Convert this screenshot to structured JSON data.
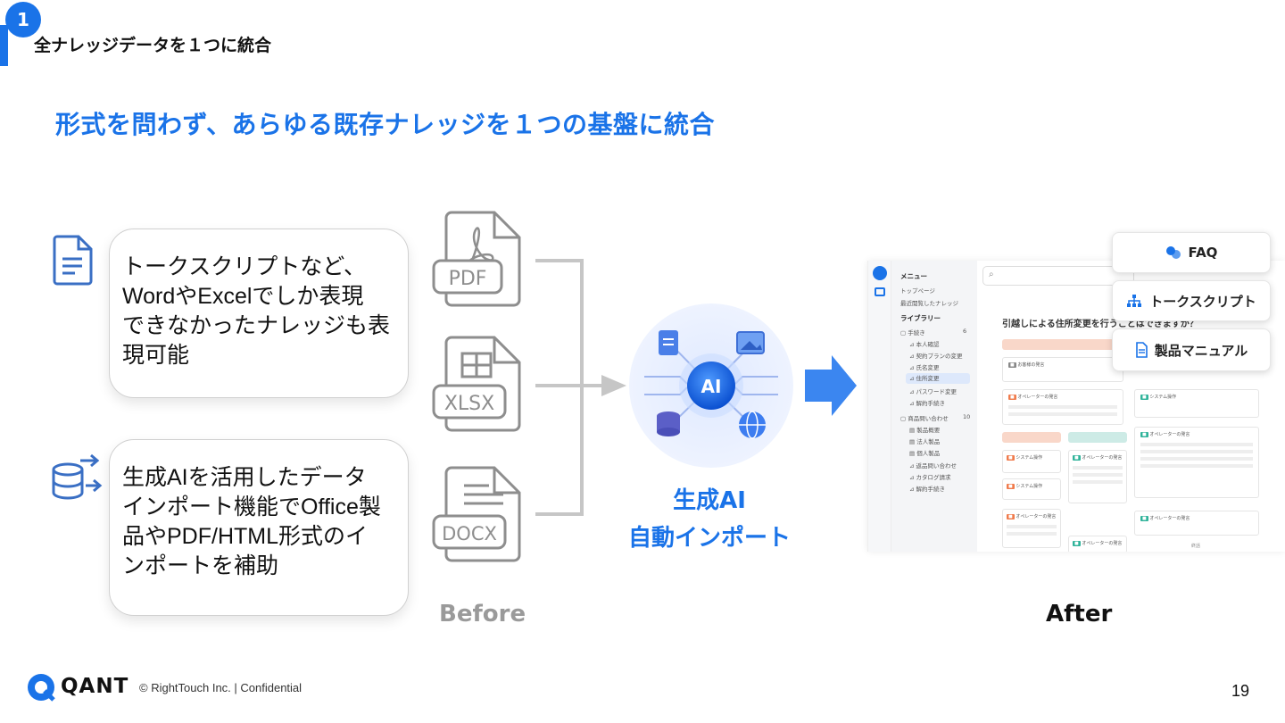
{
  "section": {
    "number": "1",
    "title": "全ナレッジデータを１つに統合"
  },
  "headline": "形式を問わず、あらゆる既存ナレッジを１つの基盤に統合",
  "cards": [
    {
      "icon": "document-icon",
      "lines": [
        "トークスクリプトなど、",
        "WordやExcelでしか表現",
        "できなかったナレッジも表",
        "現可能"
      ]
    },
    {
      "icon": "database-import-icon",
      "lines": [
        "生成AIを活用したデータ",
        "インポート機能でOffice製",
        "品やPDF/HTML形式のイ",
        "ンポートを補助"
      ]
    }
  ],
  "files": [
    "PDF",
    "XLSX",
    "DOCX"
  ],
  "ai_badge": "AI",
  "ai_caption_line1": "生成AI",
  "ai_caption_line2": "自動インポート",
  "before_label": "Before",
  "after_label": "After",
  "app": {
    "menu_title": "メニュー",
    "top_links": [
      "トップページ",
      "最近閲覧したナレッジ"
    ],
    "library_title": "ライブラリー",
    "groups": [
      {
        "name": "手続き",
        "count": "6",
        "items": [
          "本人確認",
          "契約プランの変更",
          "氏名変更",
          "住所変更",
          "パスワード変更",
          "解約手続き"
        ]
      },
      {
        "name": "商品問い合わせ",
        "count": "10",
        "items": [
          "製品概要",
          "法人製品",
          "個人製品",
          "返品問い合わせ",
          "カタログ請求",
          "解約手続き"
        ]
      }
    ],
    "main_title": "引越しによる住所変更を行うことはできますか？",
    "node_labels": [
      "お客様の発言",
      "オペレーターの発言",
      "システム操作",
      "オペレーターの発言",
      "システム操作",
      "オペレーターの発言",
      "システム操作",
      "オペレーターの発言",
      "オペレーターの発言",
      "オペレーターの発言",
      "終話"
    ]
  },
  "chips": [
    {
      "label": "FAQ",
      "icon": "faq-icon"
    },
    {
      "label": "トークスクリプト",
      "icon": "hierarchy-icon"
    },
    {
      "label": "製品マニュアル",
      "icon": "manual-icon"
    }
  ],
  "footer": {
    "brand": "QANT",
    "copyright": "© RightTouch Inc.  |  Confidential",
    "page": "19"
  },
  "colors": {
    "primary": "#1a73e8",
    "before_gray": "#9a9a9a",
    "file_gray": "#8e8e8e",
    "arrow_blue": "#3b86f0"
  }
}
